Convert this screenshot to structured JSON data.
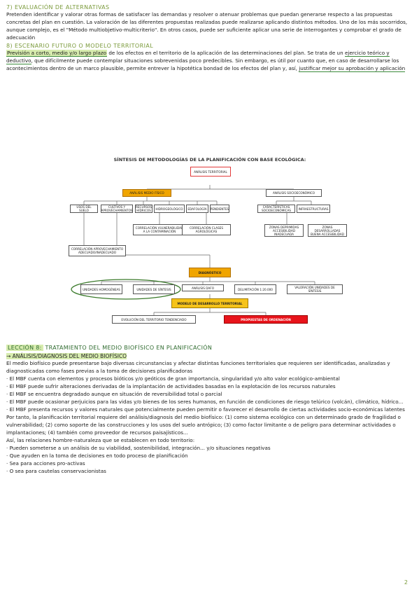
{
  "section7": {
    "heading": "7) Evaluación de alternativas",
    "text": "Pretenden identificar y valorar otras formas de satisfacer las demandas y resolver o atenuar problemas que puedan generarse respecto a las propuestas concretas del plan en cuestión. La valoración de las diferentes propuestas realizadas puede realizarse aplicando distintos métodos. Uno de los más socorridos, aunque complejo, es el \"Método multiobjetivo-multicriterio\". En otros casos, puede ser suficiente aplicar una serie de interrogantes y comprobar el grado de adecuación"
  },
  "section8": {
    "heading": "8) Escenario futuro o modelo territorial",
    "text_hl": "Previsión a corto, medio y/o largo plazo",
    "text_a": " de los efectos en el territorio de la aplicación de las determinaciones del plan. Se trata de un ",
    "text_ul1": "ejercicio teórico y deductivo",
    "text_b": ", que difícilmente puede contemplar situaciones sobrevenidas poco predecibles. Sin embargo, es útil por cuanto que, en caso de desarrollarse los acontecimientos dentro de un marco plausible, permite entrever la hipotética bondad de los efectos del plan y, así, ",
    "text_ul2": "justificar mejor su aprobación y aplicación"
  },
  "diagram": {
    "title": "SÍNTESIS DE METODOLOGÍAS DE LA PLANIFICACIÓN CON BASE ECOLÓGICA:",
    "root": "ANÁLISIS TERRITORIAL",
    "fisico": "ANÁLISIS MEDIO FÍSICO",
    "socio": "ANÁLISIS SOCIOECONÓMICO",
    "usos": "USOS DEL SUELO",
    "cultivos": "CULTIVOS Y APROVECHAMIENTOS",
    "recursos": "RECURSOS HÍDRICOS",
    "hidrogeo": "HIDROGEOLÓGICO",
    "edafo": "EDAFOLOGÍA",
    "pend": "PENDIENTES",
    "caract": "CARACTERÍSTICAS SOCIOECONÓMICAS",
    "infra": "INFRAESTRUCTURAS",
    "corr1": "CORRELACIÓN VULNERABILIDAD A LA CONTAMINACIÓN",
    "corr2": "CORRELACIÓN CLASES AGROLÓGICAS",
    "zonas1": "ZONAS DEPRIMIDAS ACCESIBILIDAD INADECUADA",
    "zonas2": "ZONAS DESARROLLADAS BUENA ACCESIBILIDAD",
    "corr3": "CORRELACIÓN APROVECHAMIENTO ADECUADO/INADECUADO",
    "diag": "DIAGNÓSTICO",
    "uh": "UNIDADES HOMOGÉNEAS",
    "us": "UNIDADES DE SÍNTESIS",
    "dafo": "ANÁLISIS DAFO",
    "delim": "DELIMITACIÓN 1:20.000",
    "valor": "VALORACIÓN UNIDADES DE SÍNTESIS",
    "modelo": "MODELO DE DESARROLLO TERRITORIAL",
    "evol": "EVOLUCIÓN DEL TERRITORIO TENDENCIADO",
    "prop": "PROPUESTAS DE ORDENACIÓN"
  },
  "lesson": {
    "tag": "Lección 8:",
    "title": " Tratamiento del medio biofísico en planificación",
    "sub": "→ Análisis/diagnosis del medio biofísico"
  },
  "body": {
    "p1": "El medio biofísico puede presentarse bajo diversas circunstancias y afectar distintas funciones territoriales que requieren ser identificadas, analizadas y diagnosticadas como fases previas a la toma de decisiones planificadoras",
    "b1": "· El MBF cuenta con elementos y procesos bióticos y/o geóticos de gran importancia, singularidad y/o alto valor ecológico-ambiental",
    "b2": "· El MBF puede sufrir alteraciones derivadas de la implantación de actividades basadas en la explotación de los recursos naturales",
    "b3": "· El MBF se encuentra degradado aunque en situación de reversibilidad total o parcial",
    "b4": "· El MBF puede ocasionar perjuicios para las vidas y/o bienes de los seres humanos, en función de condiciones de riesgo telúrico (volcán), climático, hídrico...",
    "b5": "· El MBF presenta recursos y valores naturales que potencialmente pueden permitir o favorecer el desarrollo de ciertas actividades socio-económicas latentes",
    "p2": "Por tanto, la planificación territorial requiere del análisis/diagnosis del medio biofísico: (1) como sistema ecológico con un determinado grado de fragilidad o vulnerabilidad; (2) como soporte de las construcciones y los usos del suelo antrópico; (3) como factor limitante o de peligro para determinar actividades o implantaciones; (4) también como proveedor de recursos paisajísticos...",
    "p3": "Así, las relaciones hombre-naturaleza que se establecen en todo territorio:",
    "c1": "· Pueden someterse a un análisis de su viabilidad, sostenibilidad, integración... y/o situaciones negativas",
    "c2": "· Que ayuden en la toma de decisiones en todo proceso de planificación",
    "c3": "· Sea para acciones pro-activas",
    "c4": "· O sea para cautelas conservacionistas"
  },
  "page_number": "2",
  "colors": {
    "accent_green": "#7a9a3a",
    "highlight": "#d7ecae",
    "orange": "#f0a500",
    "red": "#e8141b"
  }
}
